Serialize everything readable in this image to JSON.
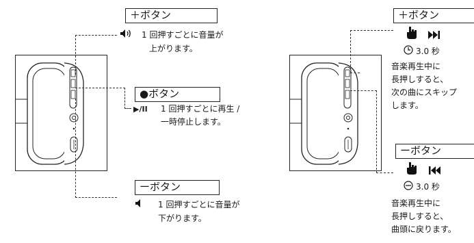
{
  "left": {
    "plus": {
      "label": "＋ボタン",
      "icon": "speaker-up-icon",
      "line1": "1 回押すごとに音量が",
      "line2": "上がります。"
    },
    "center": {
      "label": "●ボタン",
      "icon": "play-pause-icon",
      "icon_text": "▶/II",
      "line1": "1 回押すごとに再生 /",
      "line2": "一時停止します。"
    },
    "minus": {
      "label": "ーボタン",
      "icon": "speaker-down-icon",
      "line1": "1 回押すごとに音量が",
      "line2": "下がります。"
    }
  },
  "right": {
    "plus": {
      "label": "＋ボタン",
      "hand_icon": "press-hand-icon",
      "skip_icon": "next-track-icon",
      "skip_text": "▶▶I",
      "timer_icon": "clock-icon",
      "time": "3.0 秒",
      "lines": [
        "音楽再生中に",
        "長押しすると、",
        "次の曲にスキップ",
        "します。"
      ]
    },
    "minus": {
      "label": "ーボタン",
      "hand_icon": "press-hand-icon",
      "skip_icon": "prev-track-icon",
      "skip_text": "I◀◀",
      "timer_icon": "clock-icon",
      "time": "3.0 秒",
      "lines": [
        "音楽再生中に",
        "長押しすると、",
        "曲頭に戻ります。"
      ]
    }
  }
}
